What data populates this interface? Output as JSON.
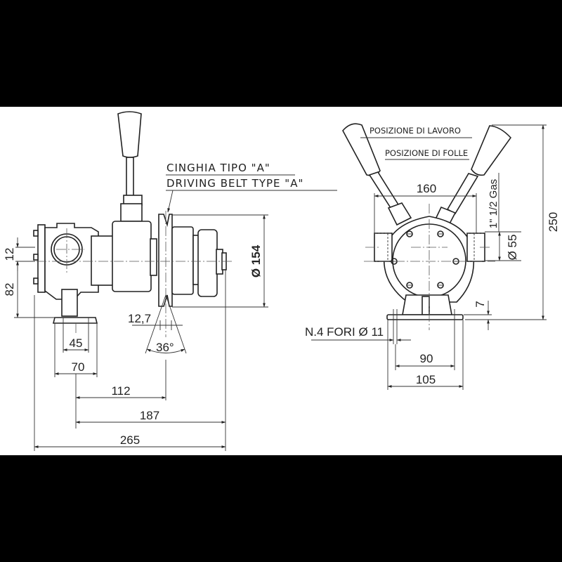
{
  "drawing": {
    "background": "#ffffff",
    "frame_color": "#000000",
    "line_color": "#222222"
  },
  "side_view": {
    "belt_label_it": "CINGHIA TIPO \"A\"",
    "belt_label_en": "DRIVING BELT TYPE \"A\"",
    "dims": {
      "flange_offset": "12",
      "base_height": "82",
      "pulley_diameter": "Ø 154",
      "belt_width": "12,7",
      "belt_angle": "36°",
      "foot_hole_spacing": "45",
      "foot_width": "70",
      "axis_to_pulley": "112",
      "axis_to_end": "187",
      "overall_length": "265"
    }
  },
  "front_view": {
    "lever_work_label": "POSIZIONE DI LAVORO",
    "lever_idle_label": "POSIZIONE DI FOLLE",
    "dims": {
      "port_span": "160",
      "port_thread": "1\" 1/2 Gas",
      "port_diameter": "Ø 55",
      "overall_height": "250",
      "base_thickness": "7",
      "mount_holes": "N.4 FORI Ø 11",
      "hole_spacing": "90",
      "base_width": "105"
    }
  }
}
